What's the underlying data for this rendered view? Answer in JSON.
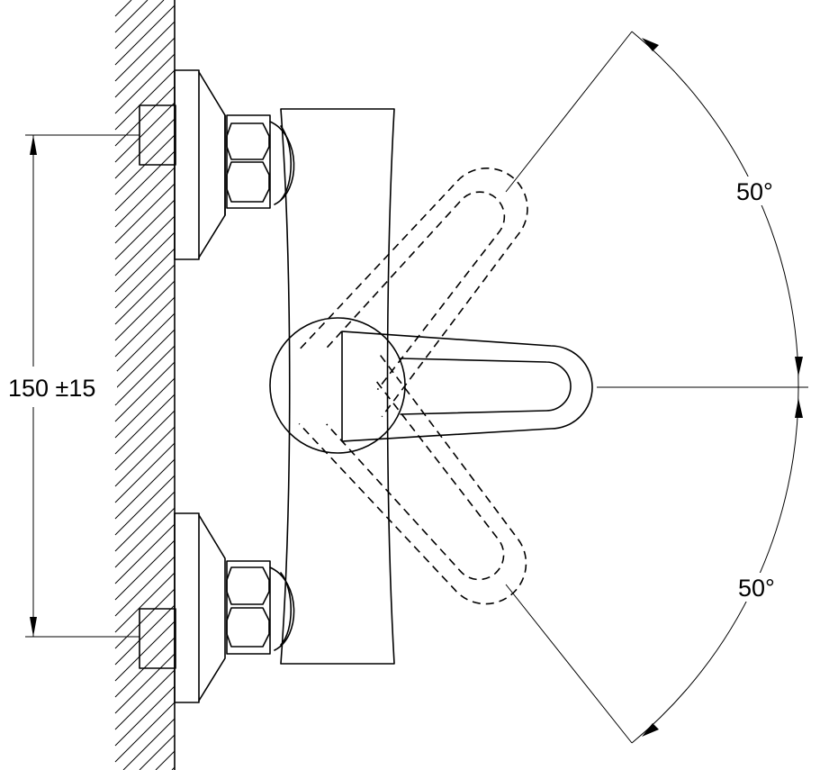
{
  "drawing": {
    "dimension_label": "150 ±15",
    "angle_label_upper": "50°",
    "angle_label_lower": "50°",
    "line_color": "#000000",
    "background_color": "#ffffff"
  }
}
